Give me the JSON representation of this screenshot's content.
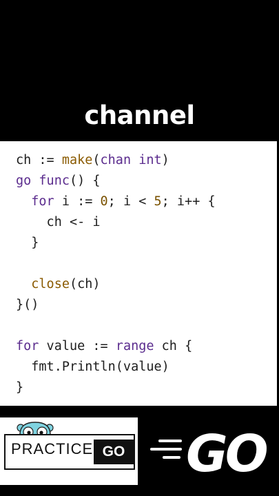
{
  "title": "channel",
  "code": [
    {
      "segs": [
        {
          "t": "ch := ",
          "c": ""
        },
        {
          "t": "make",
          "c": "fn"
        },
        {
          "t": "(",
          "c": ""
        },
        {
          "t": "chan int",
          "c": "kw"
        },
        {
          "t": ")",
          "c": ""
        }
      ]
    },
    {
      "segs": [
        {
          "t": "go ",
          "c": "kw"
        },
        {
          "t": "func",
          "c": "kw"
        },
        {
          "t": "() {",
          "c": ""
        }
      ]
    },
    {
      "segs": [
        {
          "t": "  ",
          "c": ""
        },
        {
          "t": "for",
          "c": "kw"
        },
        {
          "t": " i := ",
          "c": ""
        },
        {
          "t": "0",
          "c": "num"
        },
        {
          "t": "; i < ",
          "c": ""
        },
        {
          "t": "5",
          "c": "num"
        },
        {
          "t": "; i++ {",
          "c": ""
        }
      ]
    },
    {
      "segs": [
        {
          "t": "    ch <- i",
          "c": ""
        }
      ]
    },
    {
      "segs": [
        {
          "t": "  }",
          "c": ""
        }
      ]
    },
    {
      "segs": [
        {
          "t": "",
          "c": ""
        }
      ]
    },
    {
      "segs": [
        {
          "t": "  ",
          "c": ""
        },
        {
          "t": "close",
          "c": "fn"
        },
        {
          "t": "(ch)",
          "c": ""
        }
      ]
    },
    {
      "segs": [
        {
          "t": "}()",
          "c": ""
        }
      ]
    },
    {
      "segs": [
        {
          "t": "",
          "c": ""
        }
      ]
    },
    {
      "segs": [
        {
          "t": "for",
          "c": "kw"
        },
        {
          "t": " value := ",
          "c": ""
        },
        {
          "t": "range",
          "c": "kw"
        },
        {
          "t": " ch {",
          "c": ""
        }
      ]
    },
    {
      "segs": [
        {
          "t": "  fmt.Println(value)",
          "c": ""
        }
      ]
    },
    {
      "segs": [
        {
          "t": "}",
          "c": ""
        }
      ]
    }
  ],
  "logo": {
    "practice": "PRACTICE",
    "go": "GO"
  },
  "brand": "GO",
  "colors": {
    "keyword": "#5b2c8e",
    "builtin": "#8a5a00",
    "gopher": "#7fd3e0"
  }
}
